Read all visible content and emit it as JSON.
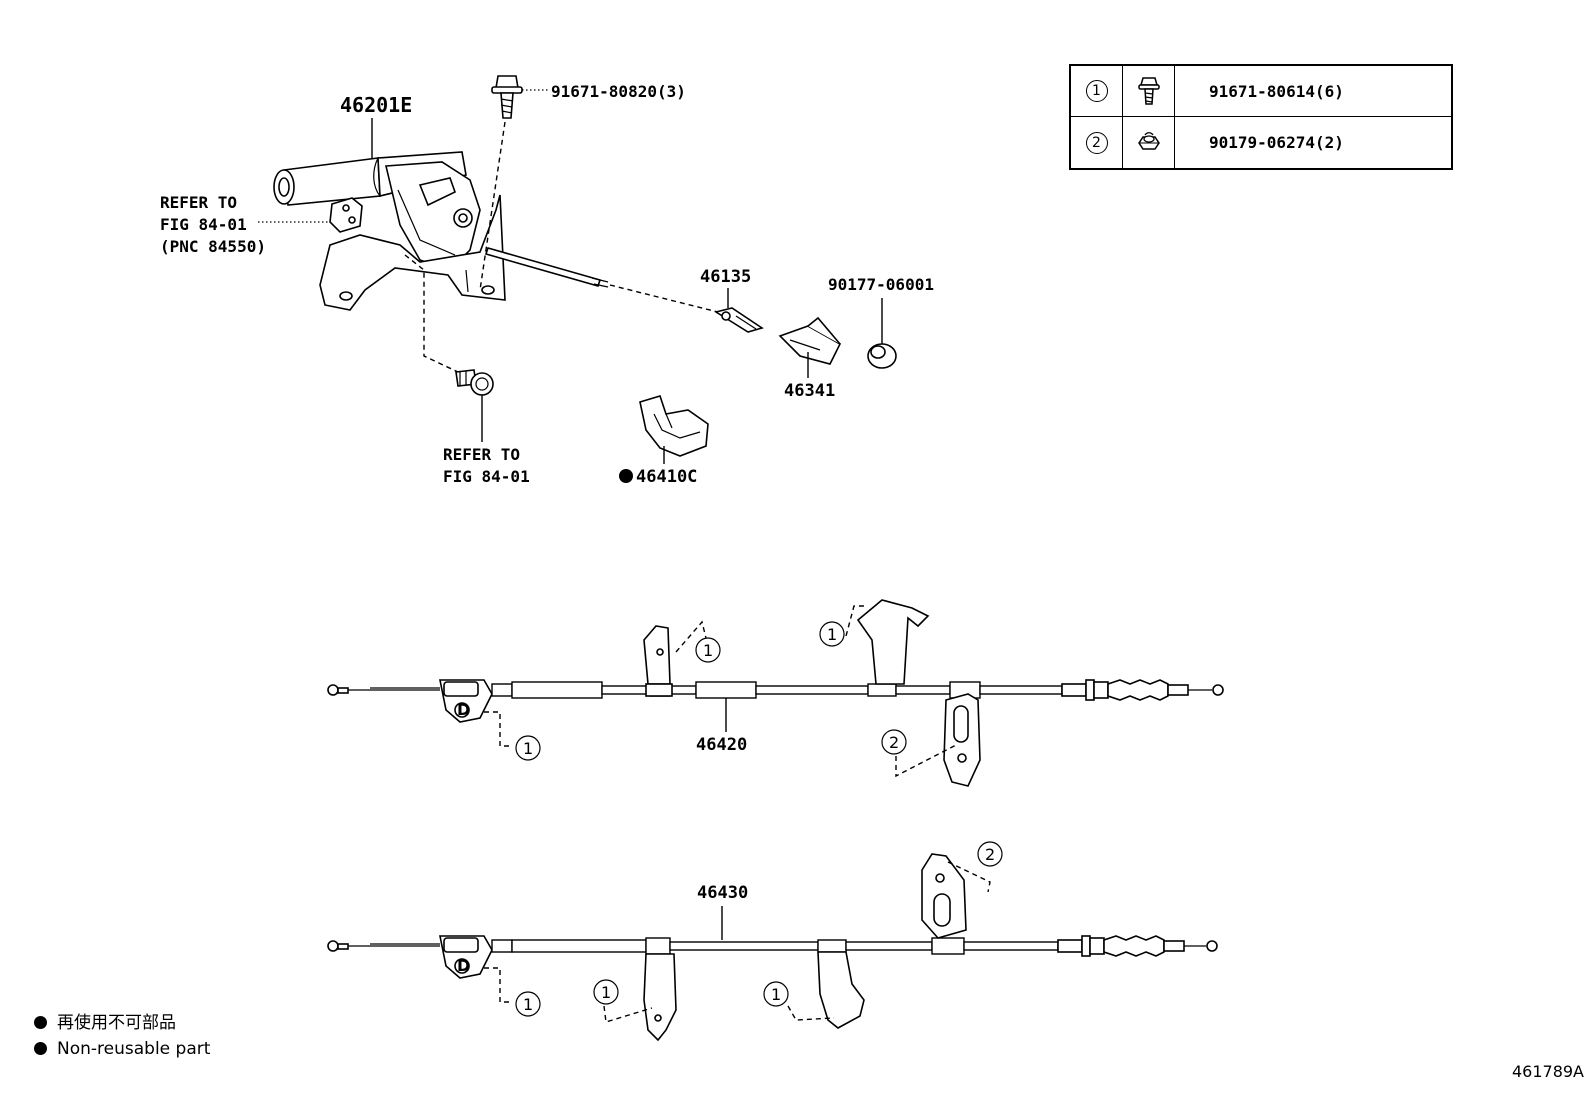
{
  "callouts": {
    "lever": "46201E",
    "bolt_top": "91671-80820(3)",
    "refer1_line1": "REFER TO",
    "refer1_line2": "FIG 84-01",
    "refer1_line3": "(PNC 84550)",
    "refer2_line1": "REFER TO",
    "refer2_line2": "FIG 84-01",
    "rod": "46135",
    "equalizer": "46341",
    "nut": "90177-06001",
    "clip": "46410C",
    "cable_front": "46420",
    "cable_rear": "46430"
  },
  "circled": {
    "one": "1",
    "two": "2"
  },
  "legend": {
    "rows": [
      {
        "num": "1",
        "icon": "bolt-icon",
        "part": "91671-80614(6)"
      },
      {
        "num": "2",
        "icon": "nut-icon",
        "part": "90179-06274(2)"
      }
    ]
  },
  "notes": {
    "jp": "再使用不可部品",
    "en": "Non-reusable part"
  },
  "figure_code": "461789A"
}
